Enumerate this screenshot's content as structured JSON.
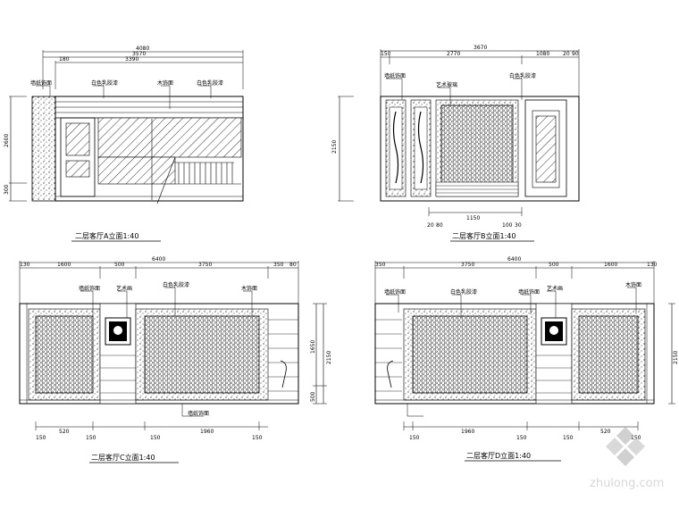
{
  "views": {
    "a": {
      "title": "二层客厅A立面1:40",
      "dims_top": [
        "4080",
        "3570",
        "180",
        "3390"
      ],
      "dims_left": [
        "2600",
        "300"
      ],
      "notes": [
        "墙纸饰面",
        "白色乳胶漆",
        "木饰面",
        "白色乳胶漆"
      ]
    },
    "b": {
      "title": "二层客厅B立面1:40",
      "dims_top": [
        "3670",
        "150",
        "2770",
        "1080",
        "20",
        "90"
      ],
      "dims_right": [
        "2150"
      ],
      "dims_bottom": [
        "1150",
        "20",
        "80",
        "100",
        "30"
      ],
      "notes": [
        "墙纸饰面",
        "艺术玻璃",
        "白色乳胶漆"
      ]
    },
    "c": {
      "title": "二层客厅C立面1:40",
      "dims_top": [
        "6400",
        "130",
        "1600",
        "500",
        "3750",
        "350",
        "80"
      ],
      "dims_right": [
        "2150",
        "1650",
        "500"
      ],
      "dims_bottom": [
        "150",
        "520",
        "150",
        "150",
        "1960",
        "150"
      ],
      "notes": [
        "墙纸饰面",
        "艺术画",
        "白色乳胶漆",
        "木饰面",
        "墙纸饰面"
      ]
    },
    "d": {
      "title": "二层客厅D立面1:40",
      "dims_top": [
        "6400",
        "350",
        "3750",
        "500",
        "1600",
        "130"
      ],
      "dims_right": [
        "2150"
      ],
      "dims_bottom": [
        "150",
        "1960",
        "150",
        "150",
        "520",
        "150"
      ],
      "notes": [
        "墙纸饰面",
        "白色乳胶漆",
        "墙纸饰面",
        "艺术画",
        "木饰面"
      ]
    }
  },
  "watermark": {
    "site": "zhulong.com"
  },
  "colors": {
    "line": "#000000",
    "watermark": "#b8b8b8"
  }
}
